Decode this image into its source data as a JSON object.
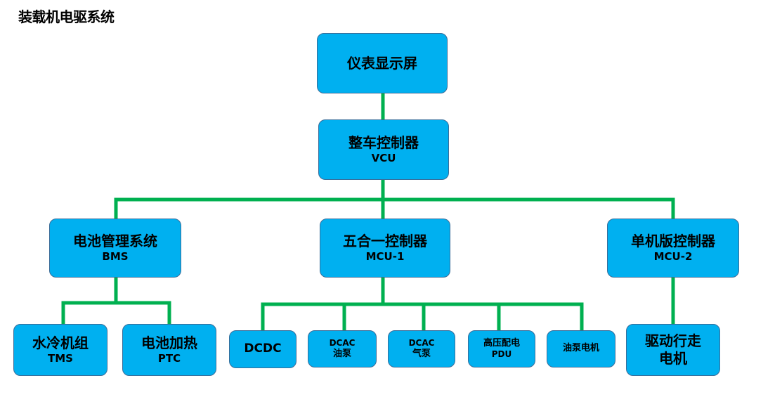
{
  "title": "装载机电驱系统",
  "colors": {
    "box_fill": "#00b0f0",
    "box_border": "#3a6d99",
    "connector": "#00b050"
  },
  "nodes": {
    "dashboard": {
      "line1": "仪表显示屏",
      "line2": ""
    },
    "vcu": {
      "line1": "整车控制器",
      "line2": "VCU"
    },
    "bms": {
      "line1": "电池管理系统",
      "line2": "BMS"
    },
    "mcu1": {
      "line1": "五合一控制器",
      "line2": "MCU-1"
    },
    "mcu2": {
      "line1": "单机版控制器",
      "line2": "MCU-2"
    },
    "tms": {
      "line1": "水冷机组",
      "line2": "TMS"
    },
    "ptc": {
      "line1": "电池加热",
      "line2": "PTC"
    },
    "dcdc": {
      "line1": "DCDC",
      "line2": ""
    },
    "dcac_oil": {
      "line1": "DCAC",
      "line2": "油泵"
    },
    "dcac_air": {
      "line1": "DCAC",
      "line2": "气泵"
    },
    "pdu": {
      "line1": "高压配电",
      "line2": "PDU"
    },
    "oil_motor": {
      "line1": "油泵电机",
      "line2": ""
    },
    "drive_motor": {
      "line1": "驱动行走",
      "line2": "电机"
    }
  }
}
